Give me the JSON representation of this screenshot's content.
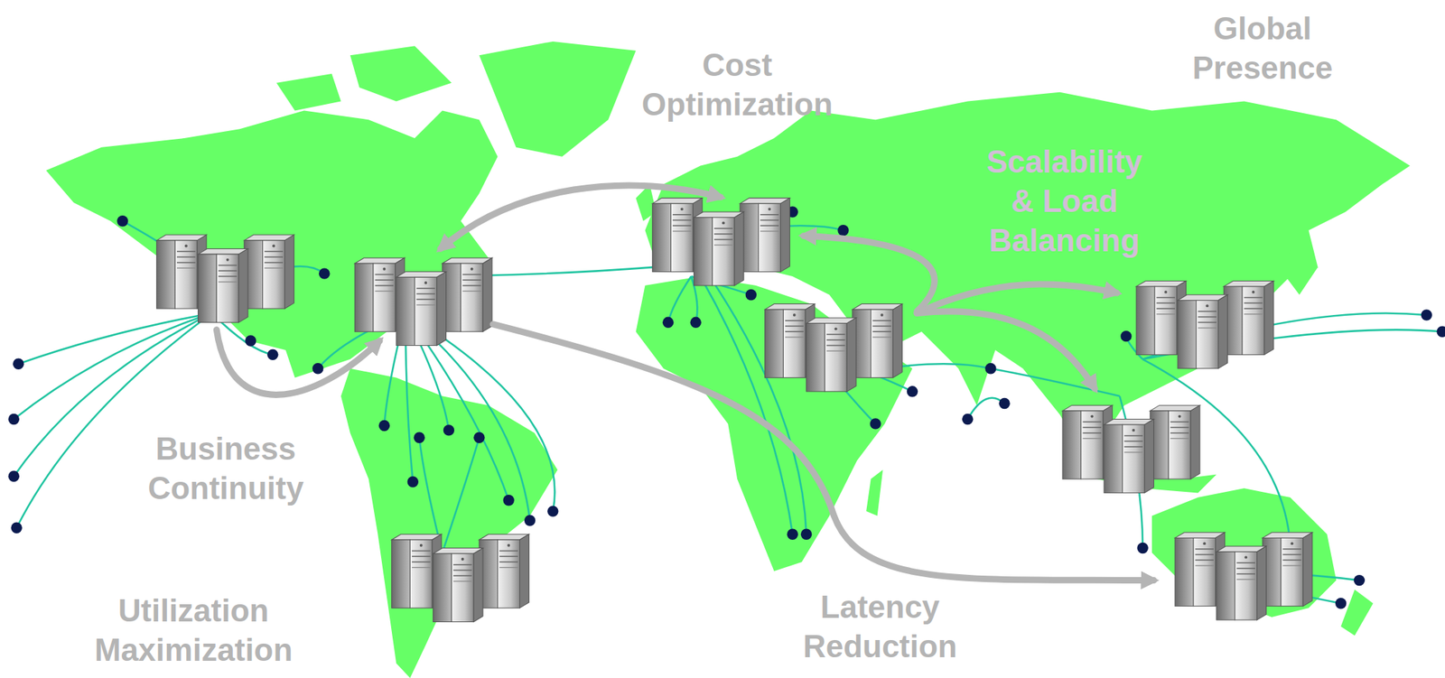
{
  "diagram": {
    "labels": [
      "Cost Optimization",
      "Global Presence",
      "Scalability & Load Balancing",
      "Business Continuity",
      "Utilization Maximization",
      "Latency Reduction"
    ]
  }
}
